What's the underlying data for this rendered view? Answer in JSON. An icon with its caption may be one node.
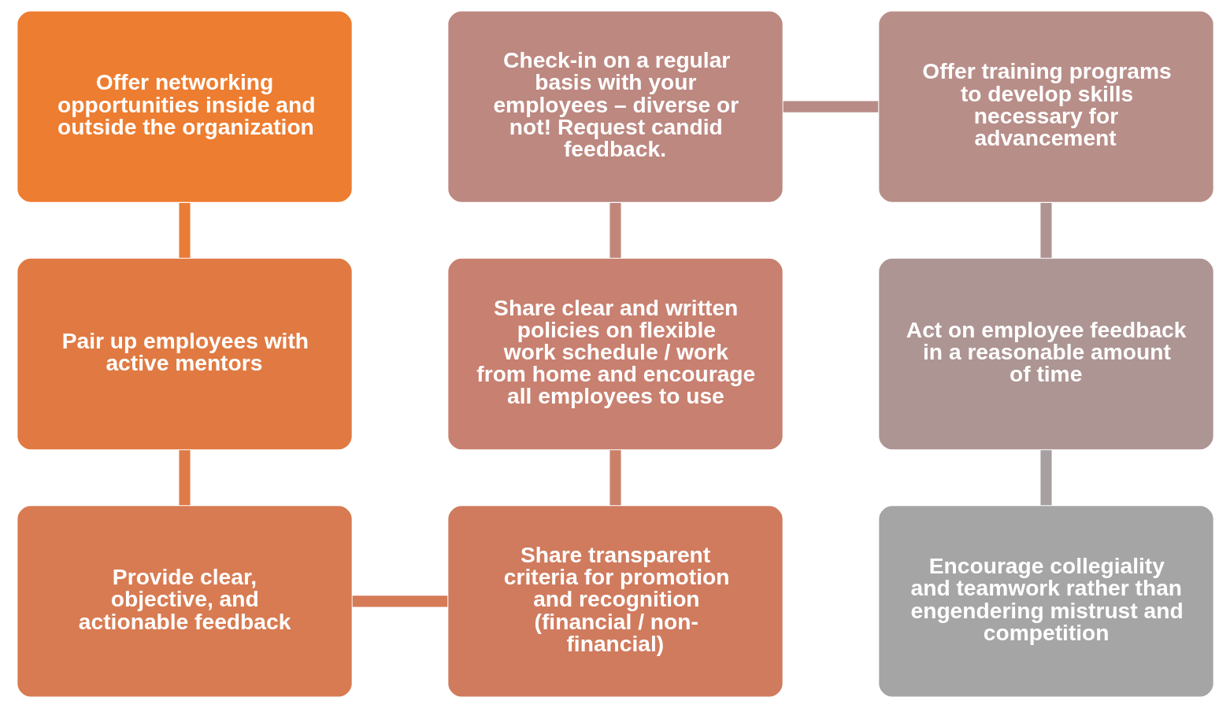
{
  "diagram": {
    "nodes": [
      {
        "text": [
          "Offer networking opportunities inside and outside the organization"
        ]
      },
      {
        "text": [
          "Check-in on a regular basis with your employees – diverse or not! Request candid feedback."
        ]
      },
      {
        "text": [
          "Offer training programs to develop skills necessary for advancement"
        ]
      },
      {
        "text": [
          "Pair up employees with active mentors"
        ]
      },
      {
        "text": [
          "Share clear and written policies on flexible work schedule / work from home and encourage all employees to use"
        ]
      },
      {
        "text": [
          "Act on employee feedback in a reasonable amount of time"
        ]
      },
      {
        "text": [
          "Provide clear, objective, and actionable feedback"
        ]
      },
      {
        "text": [
          "Share transparent criteria for promotion and recognition (financial / non-financial)"
        ]
      },
      {
        "text": [
          "Encourage collegiality and teamwork rather than engendering mistrust and competition"
        ]
      }
    ],
    "edges": [
      {
        "from": 0,
        "to": 3,
        "arrow": "none",
        "color": "#e97c37"
      },
      {
        "from": 3,
        "to": 6,
        "arrow": "none",
        "color": "#de7b48"
      },
      {
        "from": 6,
        "to": 7,
        "arrow": "none",
        "color": "#d57b57"
      },
      {
        "from": 7,
        "to": 4,
        "arrow": "none",
        "color": "#cb8068"
      },
      {
        "from": 4,
        "to": 1,
        "arrow": "none",
        "color": "#c1867a"
      },
      {
        "from": 1,
        "to": 2,
        "arrow": "none",
        "color": "#b88b86"
      },
      {
        "from": 2,
        "to": 5,
        "arrow": "none",
        "color": "#af9391"
      },
      {
        "from": 5,
        "to": 8,
        "arrow": "none",
        "color": "#a7a0a0"
      }
    ]
  }
}
